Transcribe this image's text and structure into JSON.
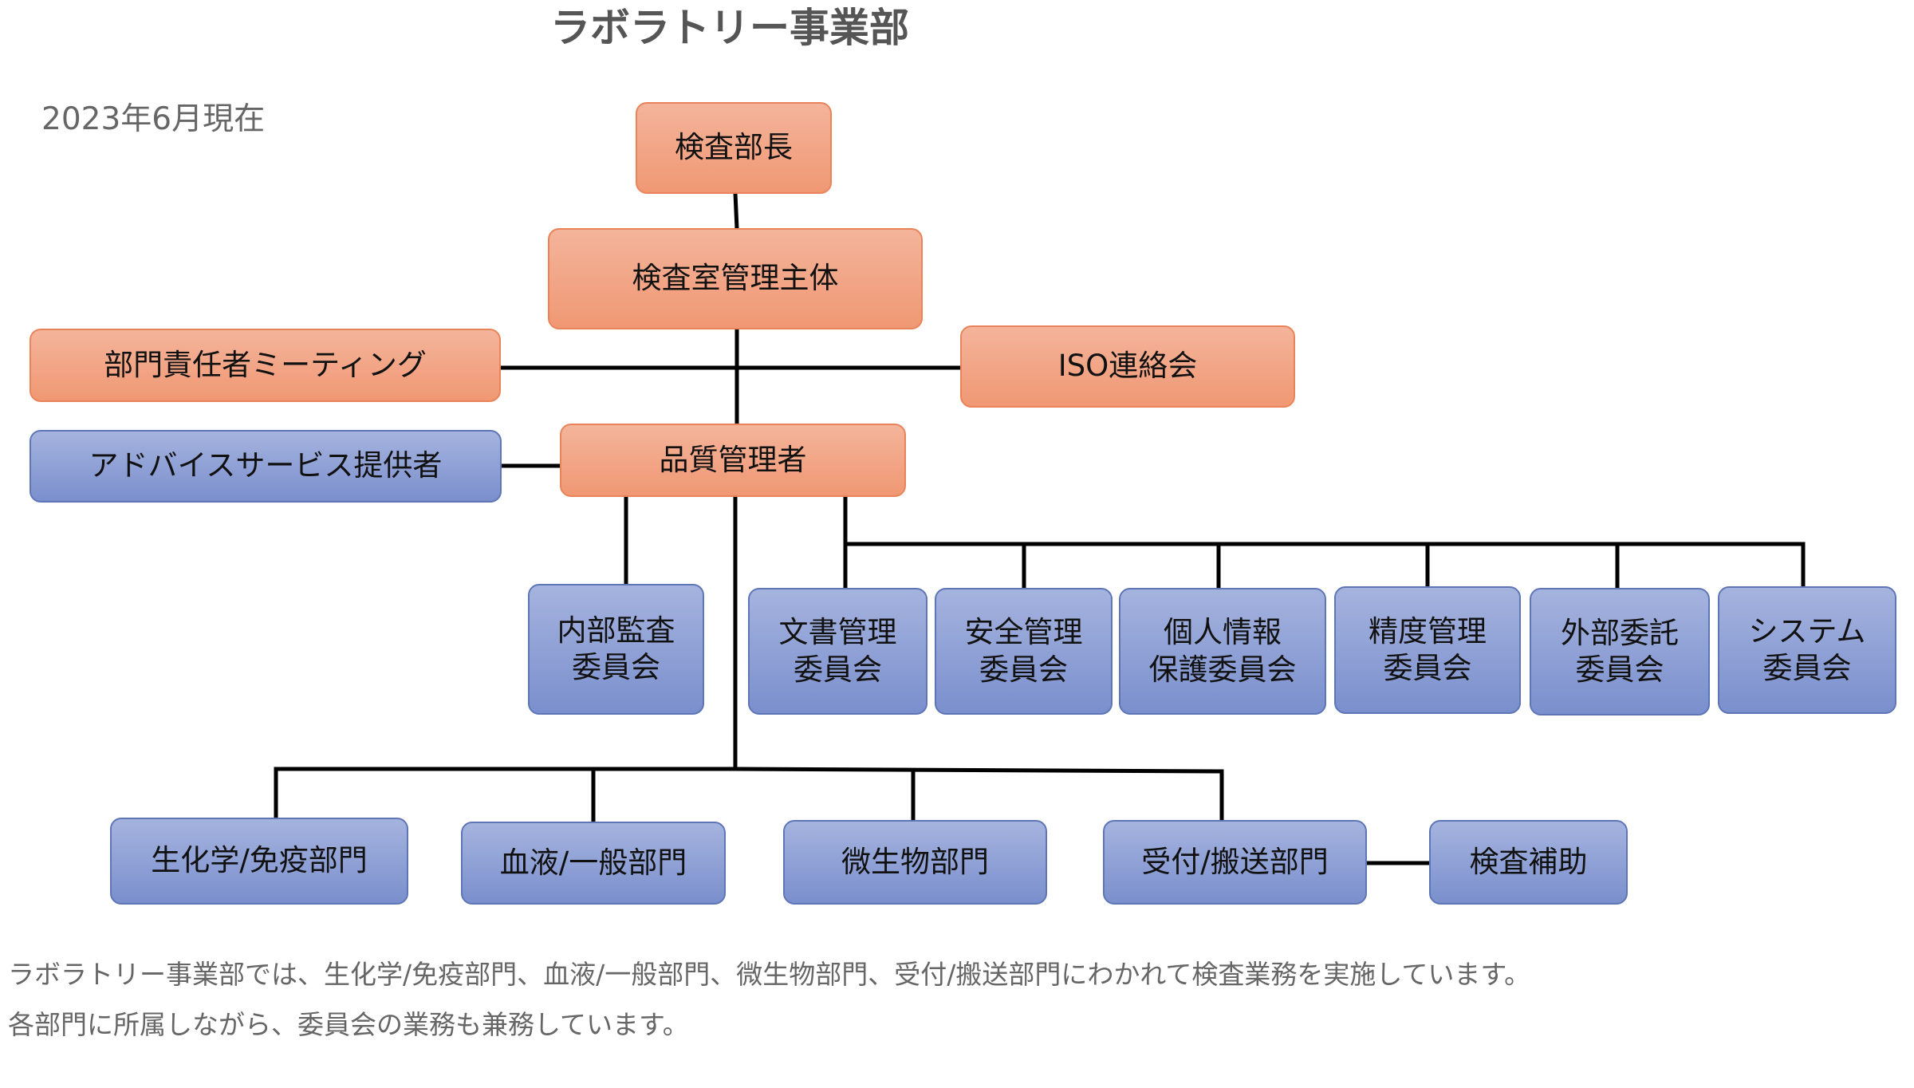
{
  "title": "ラボラトリー事業部",
  "date": "2023年6月現在",
  "nodes": {
    "director": "検査部長",
    "lab_management": "検査室管理主体",
    "dept_meeting": "部門責任者ミーティング",
    "iso_liaison": "ISO連絡会",
    "advisory_provider": "アドバイスサービス提供者",
    "quality_manager": "品質管理者",
    "internal_audit": "内部監査\n委員会",
    "document_management": "文書管理\n委員会",
    "safety_management": "安全管理\n委員会",
    "privacy_protection": "個人情報\n保護委員会",
    "accuracy_management": "精度管理\n委員会",
    "outsourcing": "外部委託\n委員会",
    "system": "システム\n委員会",
    "biochem_immuno": "生化学/免疫部門",
    "blood_general": "血液/一般部門",
    "microbiology": "微生物部門",
    "reception_transport": "受付/搬送部門",
    "lab_assistant": "検査補助"
  },
  "description": {
    "line1": "ラボラトリー事業部では、生化学/免疫部門、血液/一般部門、微生物部門、受付/搬送部門にわかれて検査業務を実施しています。",
    "line2": "各部門に所属しながら、委員会の業務も兼務しています。"
  },
  "colors": {
    "management_fill": "#f3a98a",
    "unit_fill": "#8fa0d6",
    "connector": "#000000"
  }
}
